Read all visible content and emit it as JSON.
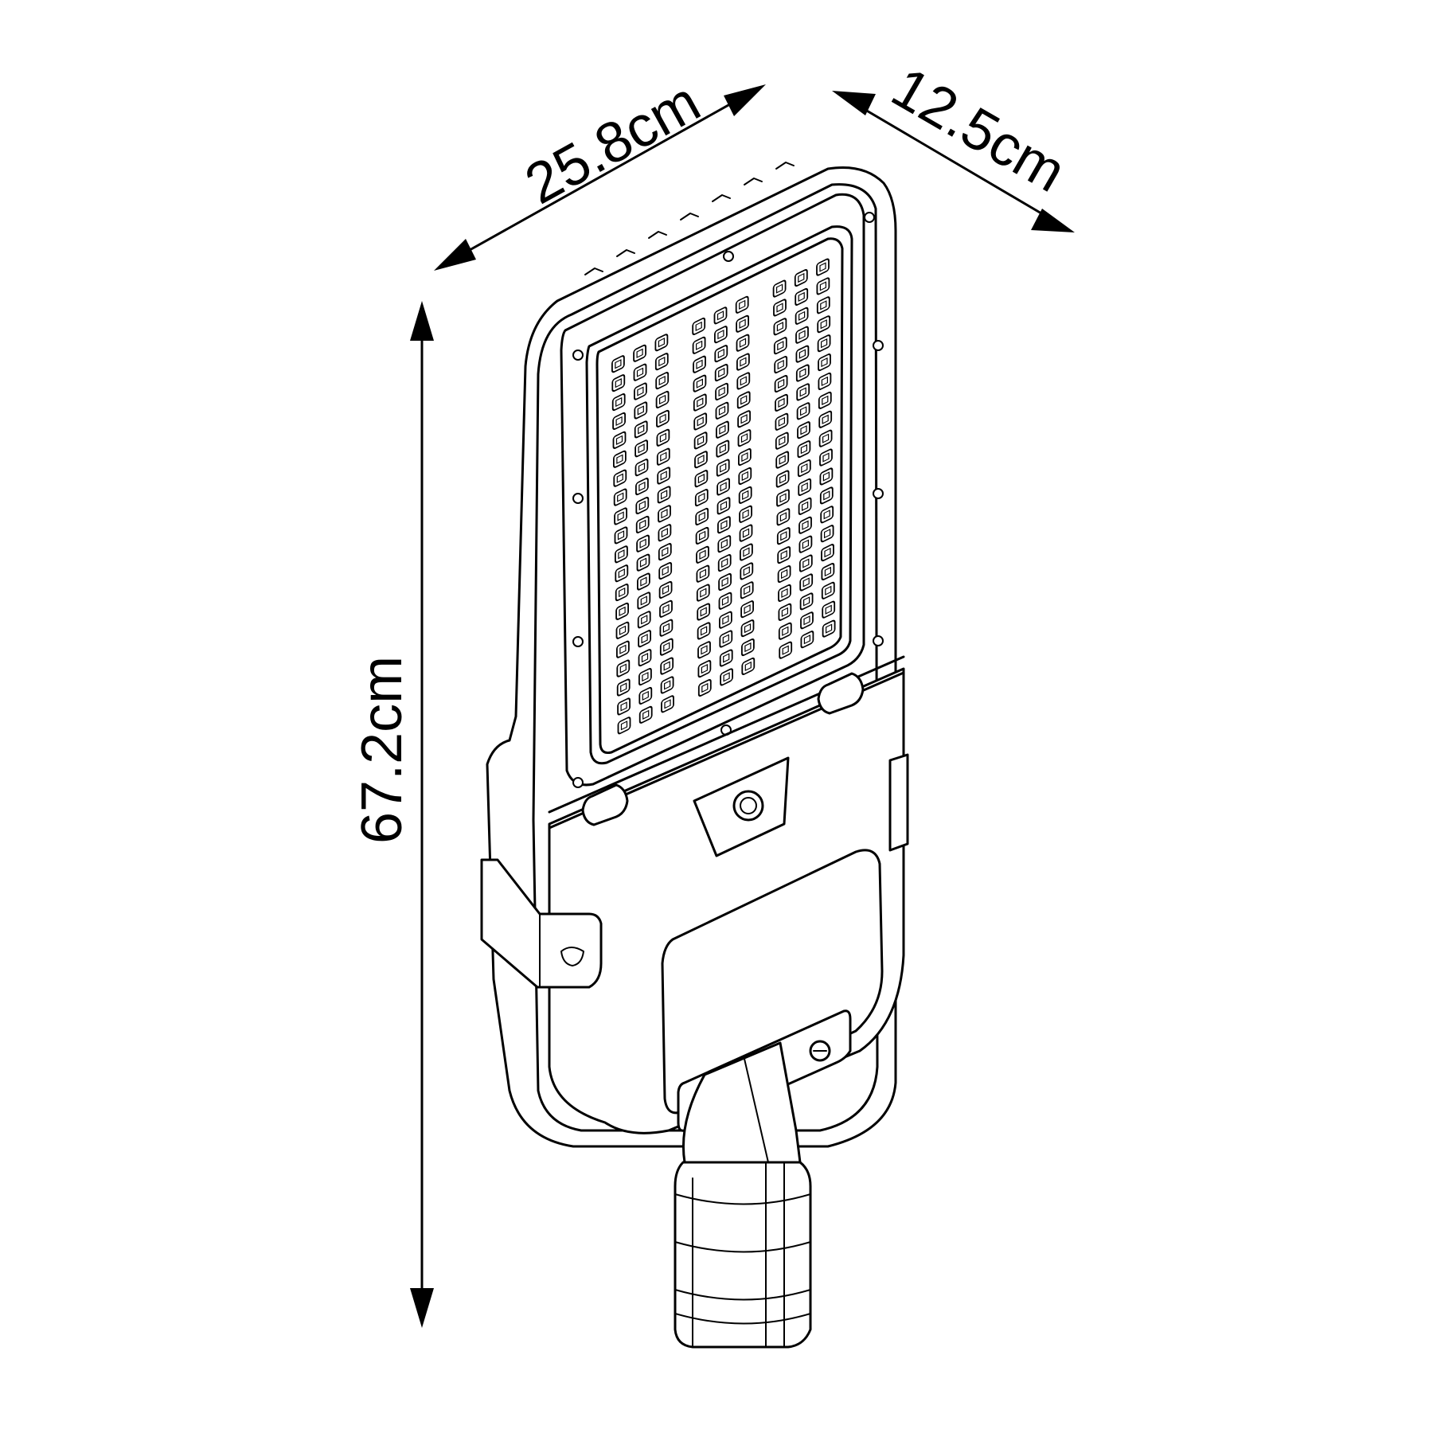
{
  "dimensions": {
    "width_label": "25.8cm",
    "depth_label": "12.5cm",
    "height_label": "67.2cm"
  },
  "led_panel": {
    "columns": 3,
    "rows": 20,
    "leds_per_row": 3
  },
  "colors": {
    "line": "#000000",
    "background": "#ffffff"
  }
}
